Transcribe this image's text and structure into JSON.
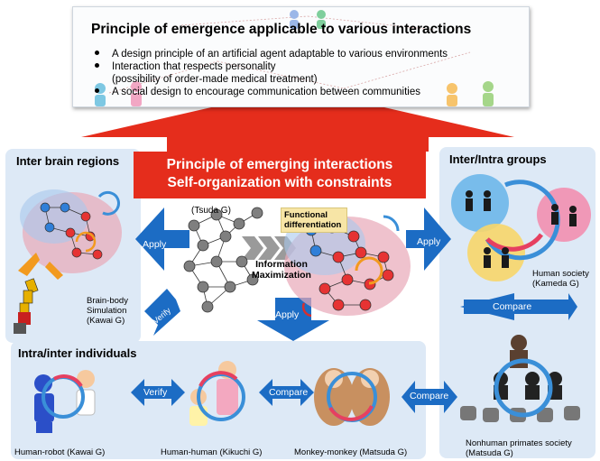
{
  "top": {
    "title": "Principle of emergence applicable to various interactions",
    "bullets": [
      "A design principle of an artificial agent adaptable to various environments",
      "Interaction that respects personality",
      "(possibility of order-made medical treatment)",
      "A social design to encourage communication between communities"
    ]
  },
  "center": {
    "line1": "Principle of emerging interactions",
    "line2": "Self-organization with constraints",
    "tsuda": "(Tsuda G)",
    "functional": "Functional differentiation",
    "info": "Information Maximization"
  },
  "panels": {
    "brain": {
      "title": "Inter brain regions",
      "caption": [
        "Brain-body",
        "Simulation",
        "(Kawai G)"
      ]
    },
    "groups": {
      "title": "Inter/Intra groups",
      "caption": [
        "Human society",
        "(Kameda G)"
      ]
    },
    "individuals": {
      "title": "Intra/inter individuals"
    }
  },
  "arrows": {
    "apply": "Apply",
    "verify": "Verify",
    "compare": "Compare"
  },
  "captions": {
    "human_robot": "Human-robot (Kawai G)",
    "human_human": "Human-human (Kikuchi G)",
    "monkey": "Monkey-monkey (Matsuda G)",
    "nonhuman": [
      "Nonhuman primates society",
      "(Matsuda G)"
    ]
  },
  "colors": {
    "red": "#e52d1c",
    "blue": "#1c6cc4",
    "panel": "#dde9f6"
  }
}
